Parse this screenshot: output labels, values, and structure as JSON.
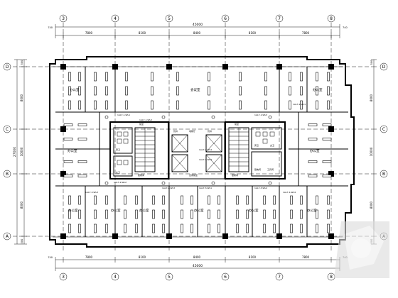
{
  "grid": {
    "top_axes": [
      "3",
      "4",
      "5",
      "6",
      "7",
      "8"
    ],
    "bottom_axes": [
      "3",
      "4",
      "5",
      "6",
      "7",
      "8"
    ],
    "left_axes": [
      "D",
      "C",
      "B",
      "A"
    ],
    "right_axes": [
      "D",
      "C",
      "B",
      "A"
    ]
  },
  "dims": {
    "top_overall": "45000",
    "bottom_overall": "45000",
    "top_bays": [
      "7800",
      "8100",
      "8400",
      "8100",
      "7800"
    ],
    "bottom_bays": [
      "7800",
      "8100",
      "8400",
      "8100",
      "7800"
    ],
    "top_ends": [
      "740",
      "740"
    ],
    "bottom_ends": [
      "740",
      "740"
    ],
    "left_overall": "27000",
    "left_bays": [
      "8000",
      "10000",
      "8000"
    ],
    "left_ends": [
      "500",
      "500"
    ],
    "right_bays": [
      "8000",
      "10000",
      "8000"
    ],
    "right_ends": [
      "500",
      "500"
    ]
  },
  "rooms": {
    "office_labels": [
      "办公室",
      "办公室",
      "办公室",
      "办公室",
      "办公室",
      "办公室",
      "办公室",
      "办公室",
      "办公室",
      "办公室"
    ],
    "meeting_room": "会议室",
    "core_labels": [
      "前室",
      "前室",
      "楼梯间",
      "楼梯间",
      "电梯厅",
      "合用前室",
      "管井",
      "管井",
      "工具间",
      "强电间",
      "男卫",
      "女卫",
      "男卫",
      "女卫"
    ]
  },
  "circuits": {
    "labels": [
      "1AL7-1-WL1",
      "1AL7-1-WL2",
      "1AL7-1-WL3",
      "1AL7-2-WL1",
      "1AL7-2-WL2",
      "1AL7-2-WL3",
      "1AL7-3-WL1",
      "1AL7-3-WL2",
      "1AL7-3-WL3",
      "1AL7-1-WL4",
      "1AL7-2-WL4",
      "1AL7-3-WL4"
    ]
  },
  "watermark": {
    "present": true
  }
}
